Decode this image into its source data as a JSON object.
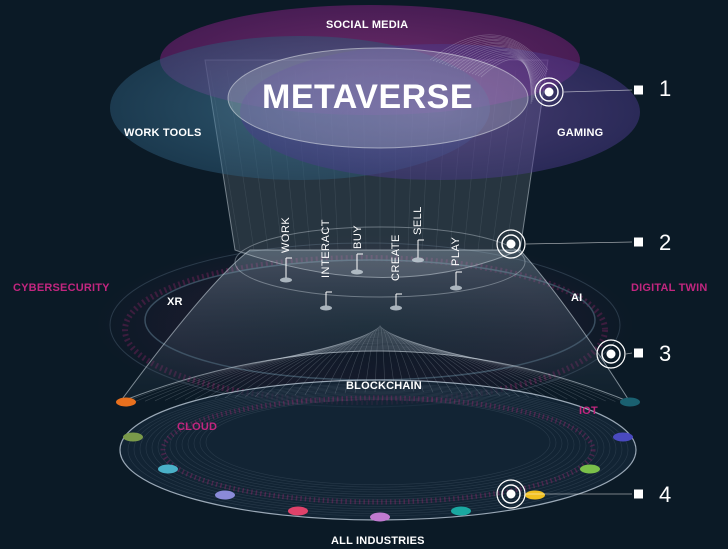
{
  "title": "METAVERSE",
  "top_layer": {
    "social_media": "SOCIAL MEDIA",
    "work_tools": "WORK TOOLS",
    "gaming": "GAMING"
  },
  "activities": [
    "WORK",
    "INTERACT",
    "BUY",
    "CREATE",
    "SELL",
    "PLAY"
  ],
  "technologies": {
    "cybersecurity": "CYBERSECURITY",
    "xr": "XR",
    "ai": "AI",
    "digital_twin": "DIGITAL TWIN",
    "blockchain": "BLOCKCHAIN",
    "cloud": "CLOUD",
    "iot": "IOT"
  },
  "base_label": "ALL INDUSTRIES",
  "layer_numbers": [
    "1",
    "2",
    "3",
    "4"
  ],
  "colors": {
    "background": "#0b1a26",
    "magenta": "#c2267f",
    "purple_ellipse": "#8a2a8c",
    "blue_ellipse": "#3b6e8e",
    "lavender_ellipse": "#5b4a9a"
  },
  "industry_dots": [
    "#e8701e",
    "#7a9a4a",
    "#4ab0c8",
    "#8a8ad8",
    "#e0426a",
    "#c07ad0",
    "#1aa8a0",
    "#f0c020",
    "#7ac04a",
    "#4a4ac0",
    "#1a6070"
  ]
}
